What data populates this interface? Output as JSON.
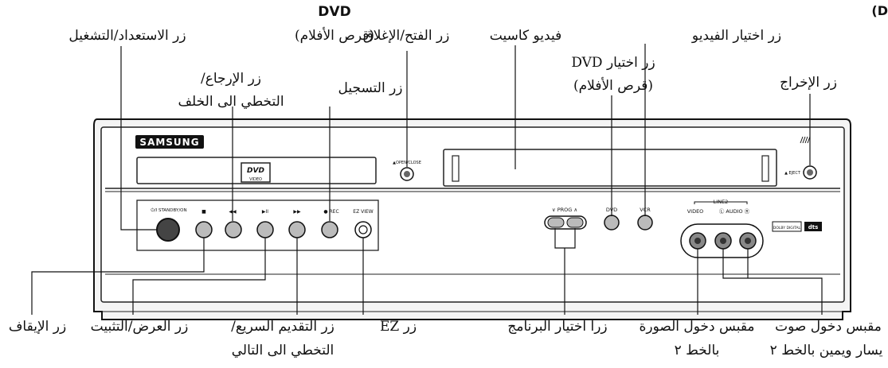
{
  "corner_mark": "(D",
  "brand": "SAMSUNG",
  "device_text": {
    "dvd_logo_top": "DVD",
    "dvd_logo_bottom": "VIDEO",
    "open_close": "▲OPEN/CLOSE",
    "eject": "▲ EJECT",
    "standby": "⏻/I STANDBY/ON",
    "stop": "■",
    "rew": "◀◀",
    "play": "▶II",
    "ffwd": "▶▶",
    "rec": "● REC",
    "ezview": "EZ VIEW",
    "prog": "∨ PROG ∧",
    "dvd_btn": "DVD",
    "vcr_btn": "VCR",
    "line2": "LINE2",
    "video": "VIDEO",
    "audio": "Ⓛ AUDIO Ⓡ",
    "dolby": "DOLBY DIGITAL",
    "dts": "dts"
  },
  "labels": {
    "standby_on": "زر الاستعداد/التشغيل",
    "dvd_disc_line1": "DVD",
    "dvd_disc_line2": "(قرص الأفلام)",
    "open_close": "زر الفتح/الإغلاق",
    "video_cassette": "فيديو كاسيت",
    "video_select": "زر اختيار الفيديو",
    "rewind_line1": "زر الإرجاع/",
    "rewind_line2": "التخطي الى الخلف",
    "record": "زر التسجيل",
    "dvd_select_line1": "زر اختيار DVD",
    "dvd_select_line2": "(قرص الأفلام)",
    "eject": "زر الإخراج",
    "stop": "زر الإيقاف",
    "play_pause": "زر العرض/التثبيت",
    "ffwd_line1": "زر التقديم السريع/",
    "ffwd_line2": "التخطي الى التالي",
    "ez": "زر EZ",
    "prog_select": "زرا اختيار البرنامج",
    "video_jack_line1": "مقبس دخول الصورة",
    "video_jack_line2": "بالخط ٢",
    "audio_jack_line1": "مقبس دخول صوت",
    "audio_jack_line2": "يسار ويمين بالخط ٢"
  }
}
